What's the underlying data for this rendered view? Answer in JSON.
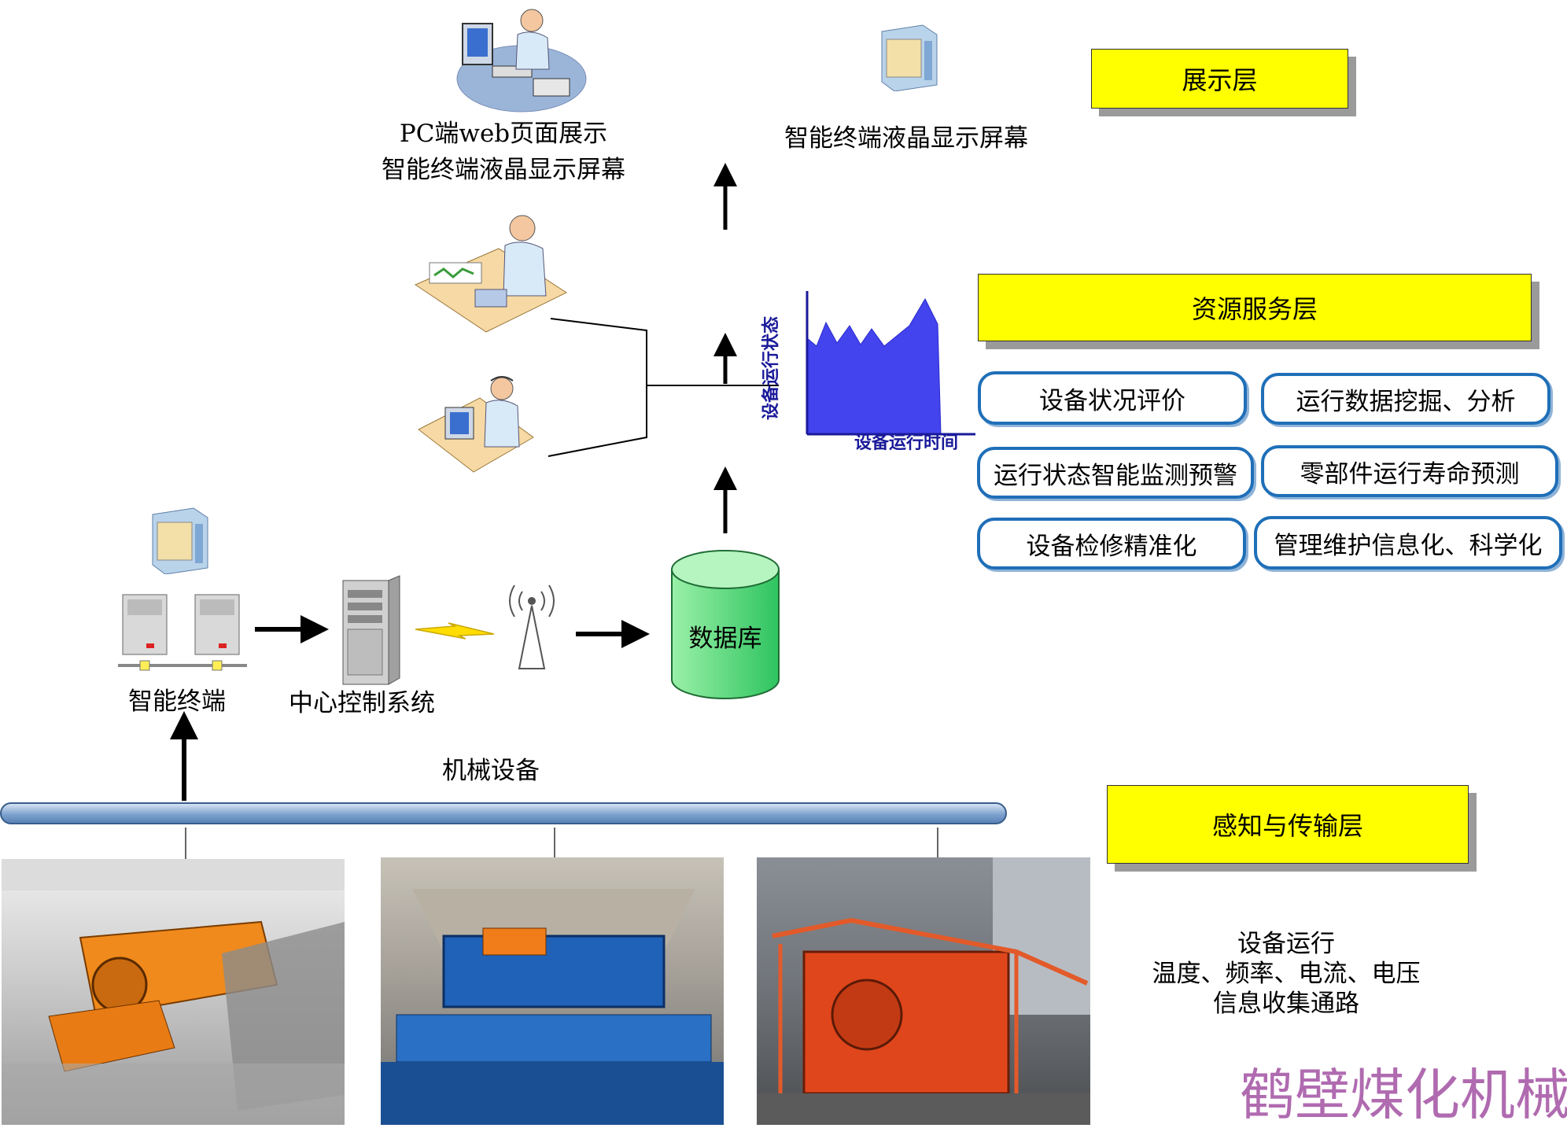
{
  "layers": {
    "presentation": "展示层",
    "resource_service": "资源服务层",
    "perception_transport": "感知与传输层"
  },
  "presentation": {
    "pc_label_line1": "PC端web页面展示",
    "pc_label_line2": "智能终端液晶显示屏幕",
    "terminal_label": "智能终端液晶显示屏幕"
  },
  "chart": {
    "ylabel": "设备运行状态",
    "xlabel": "设备运行时间"
  },
  "services": [
    "设备状况评价",
    "运行数据挖掘、分析",
    "运行状态智能监测预警",
    "零部件运行寿命预测",
    "设备检修精准化",
    "管理维护信息化、科学化"
  ],
  "system": {
    "terminal": "智能终端",
    "control": "中心控制系统",
    "database": "数据库",
    "machinery": "机械设备"
  },
  "info_channel": {
    "line1": "设备运行",
    "line2": "温度、频率、电流、电压",
    "line3": "信息收集通路"
  },
  "watermark": "鹤壁煤化机械",
  "colors": {
    "layer_box": "#ffff00",
    "service_border": "#1f6fb8",
    "database": "#33cc66",
    "chart_fill": "#4444ee",
    "watermark": "#b06bb0"
  }
}
